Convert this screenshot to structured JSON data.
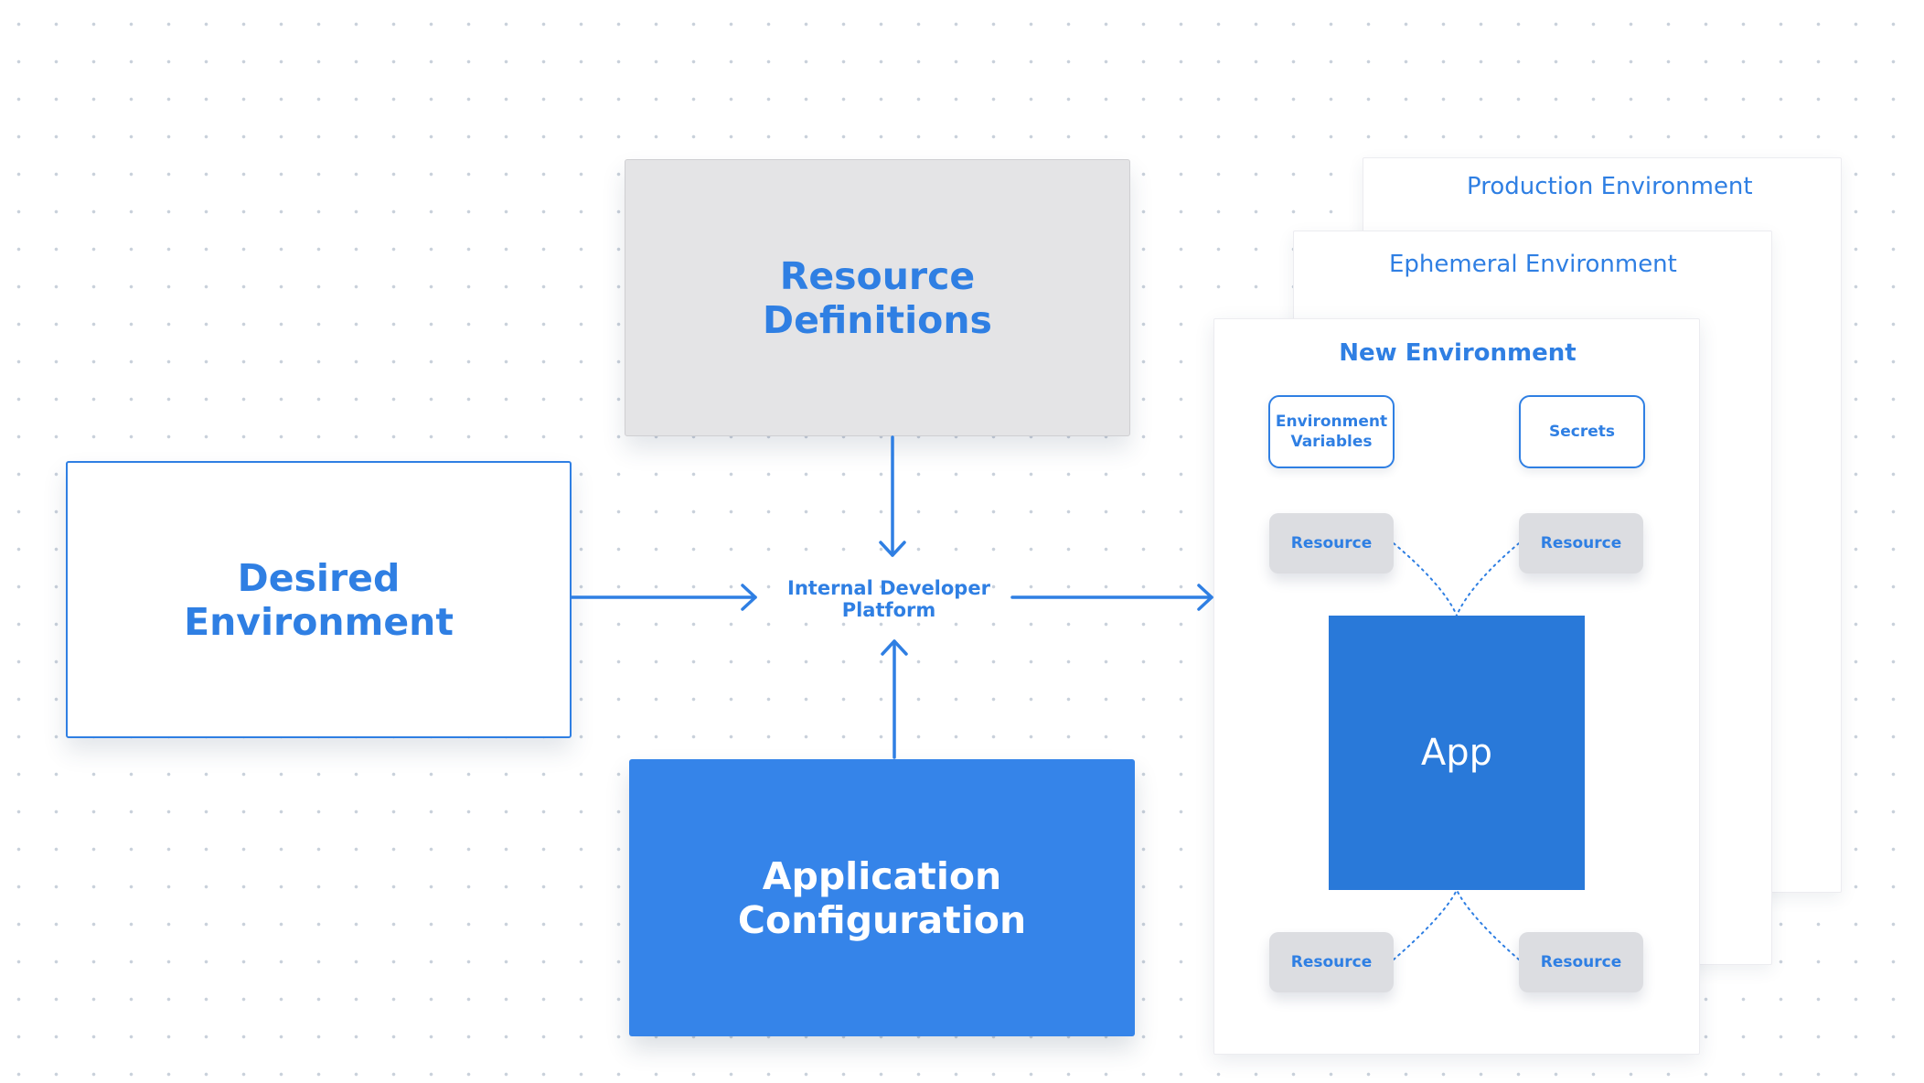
{
  "diagram": {
    "desired_environment": "Desired\nEnvironment",
    "resource_definitions": "Resource\nDefinitions",
    "application_configuration": "Application\nConfiguration",
    "internal_developer_platform": "Internal Developer\nPlatform",
    "environments": {
      "production": "Production Environment",
      "ephemeral": "Ephemeral Environment",
      "new": {
        "title": "New Environment",
        "environment_variables": "Environment\nVariables",
        "secrets": "Secrets",
        "resources": [
          "Resource",
          "Resource",
          "Resource",
          "Resource"
        ],
        "app": "App"
      }
    }
  },
  "colors": {
    "primary_blue": "#2f7fe3",
    "app_blue": "#2979d9",
    "config_blue": "#3584e9",
    "grey_box": "#e4e4e6",
    "resource_grey": "#dcdde1"
  }
}
